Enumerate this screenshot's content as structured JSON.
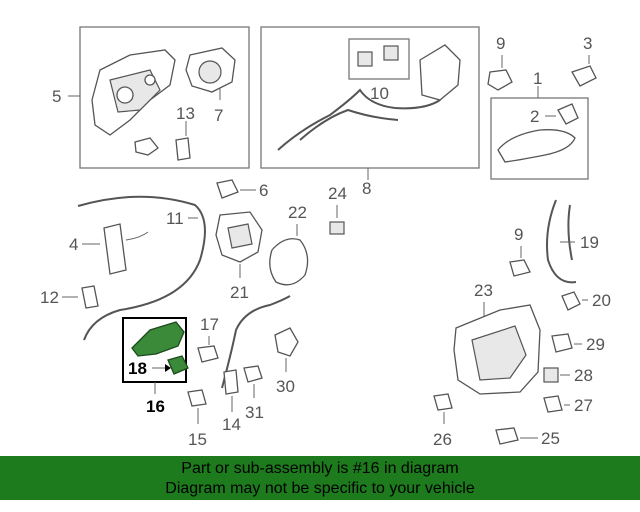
{
  "callouts": {
    "c1": "1",
    "c2": "2",
    "c3": "3",
    "c4": "4",
    "c5": "5",
    "c6": "6",
    "c7": "7",
    "c8": "8",
    "c9a": "9",
    "c9b": "9",
    "c10": "10",
    "c11": "11",
    "c12": "12",
    "c13": "13",
    "c14": "14",
    "c15": "15",
    "c16": "16",
    "c17": "17",
    "c18": "18",
    "c19": "19",
    "c20": "20",
    "c21": "21",
    "c22": "22",
    "c23": "23",
    "c24": "24",
    "c25": "25",
    "c26": "26",
    "c27": "27",
    "c28": "28",
    "c29": "29",
    "c30": "30",
    "c31": "31"
  },
  "highlighted_part": "16",
  "colors": {
    "highlight": "#3a8a3a",
    "footer_bg": "#1d7a1d",
    "line_art": "#555555"
  },
  "footer": {
    "line1": "Part or sub-assembly is #16 in diagram",
    "line2": "Diagram may not be specific to your vehicle"
  }
}
